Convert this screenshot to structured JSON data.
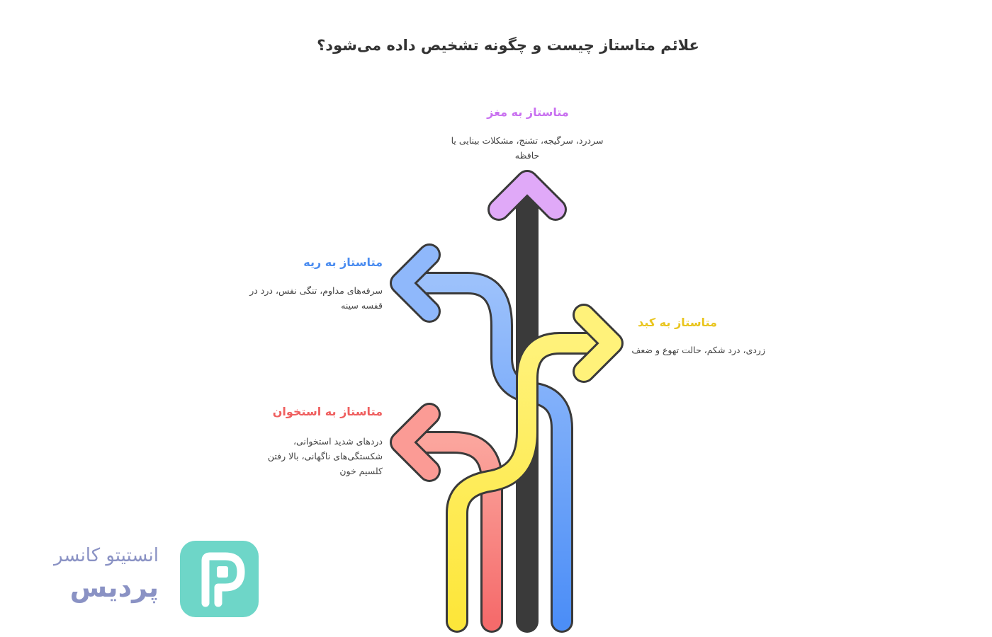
{
  "title": "علائم متاستاز چیست و چگونه تشخیص داده می‌شود؟",
  "items": [
    {
      "key": "brain",
      "heading": "متاستاز به مغز",
      "description": "سردرد، سرگیجه، تشنج، مشکلات بینایی یا حافظه",
      "color": "#c971f0",
      "fill": "#e0a9f8"
    },
    {
      "key": "lung",
      "heading": "متاستاز به ریه",
      "description": "سرفه‌های مداوم، تنگی نفس، درد در قفسه سینه",
      "color": "#4a8cf0",
      "fill": "#8fb8fb"
    },
    {
      "key": "liver",
      "heading": "متاستاز به کبد",
      "description": "زردی، درد شکم، حالت تهوع و ضعف",
      "color": "#e9c51e",
      "fill": "#fdf07a"
    },
    {
      "key": "bone",
      "heading": "متاستاز به استخوان",
      "description": "دردهای شدید استخوانی، شکستگی‌های ناگهانی، بالا رفتن کلسیم خون",
      "color": "#ef5f5f",
      "fill": "#fb9b95"
    }
  ],
  "logo": {
    "line1": "انستیتو کانسر",
    "line2": "پردیس",
    "mark_color": "#6ed6c8",
    "text_color": "#8a92c4"
  }
}
